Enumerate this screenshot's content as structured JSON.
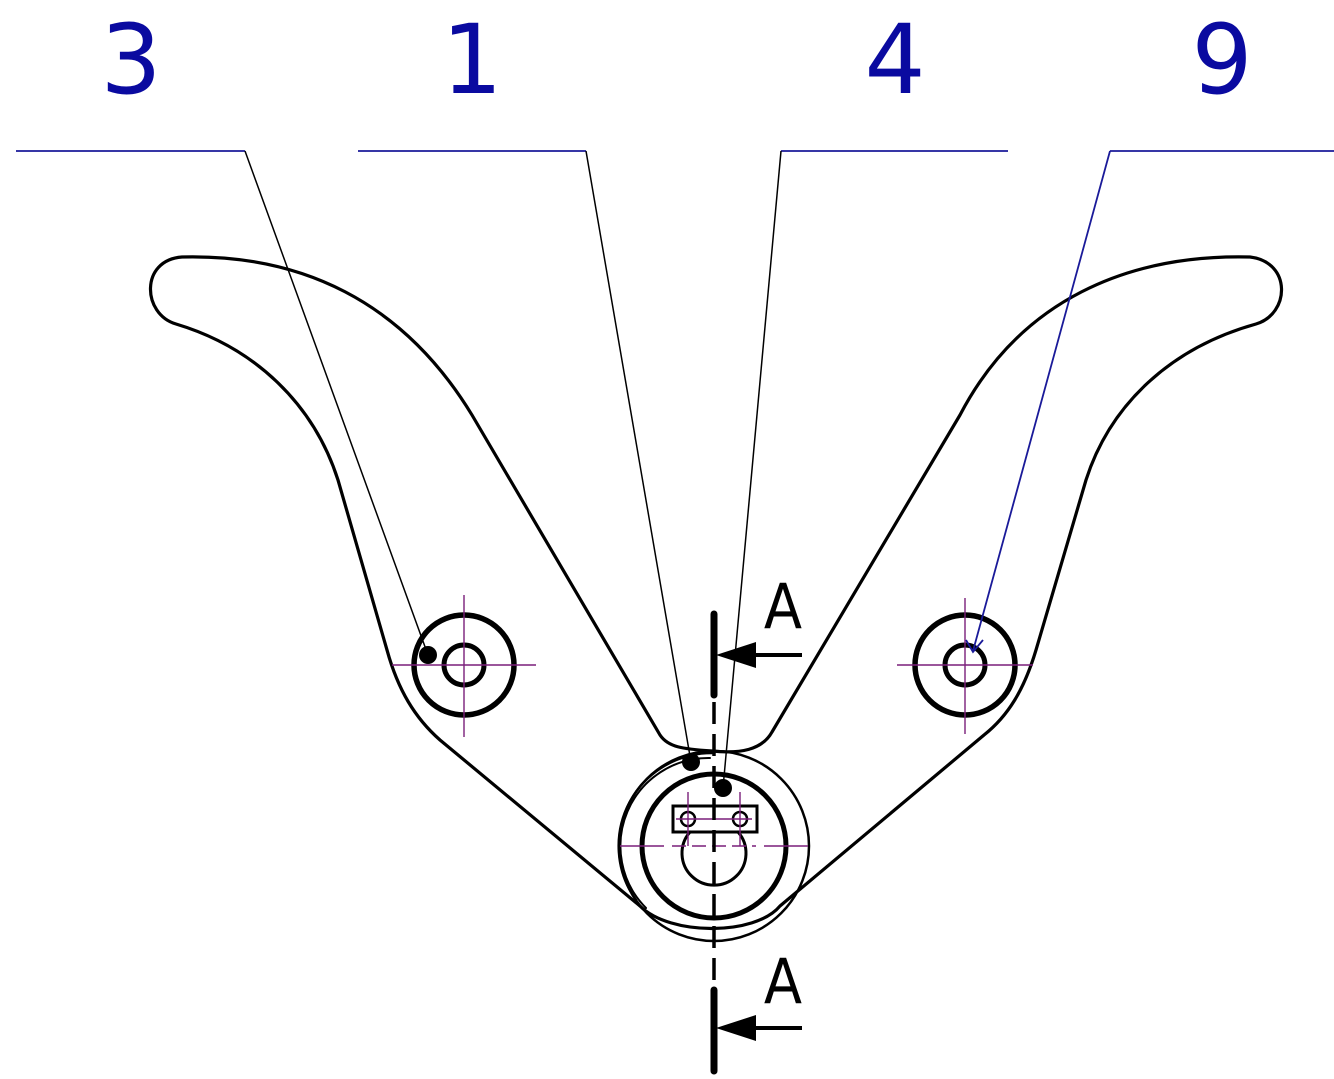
{
  "balloons": [
    {
      "label": "3"
    },
    {
      "label": "1"
    },
    {
      "label": "4"
    },
    {
      "label": "9"
    }
  ],
  "section": {
    "label_top": "A",
    "label_bottom": "A"
  },
  "colors": {
    "outline": "#000000",
    "leader_callout": "#1a1a99",
    "balloon_text": "#0a0aa0",
    "centerline": "#7a1f7a",
    "background": "#ffffff"
  }
}
